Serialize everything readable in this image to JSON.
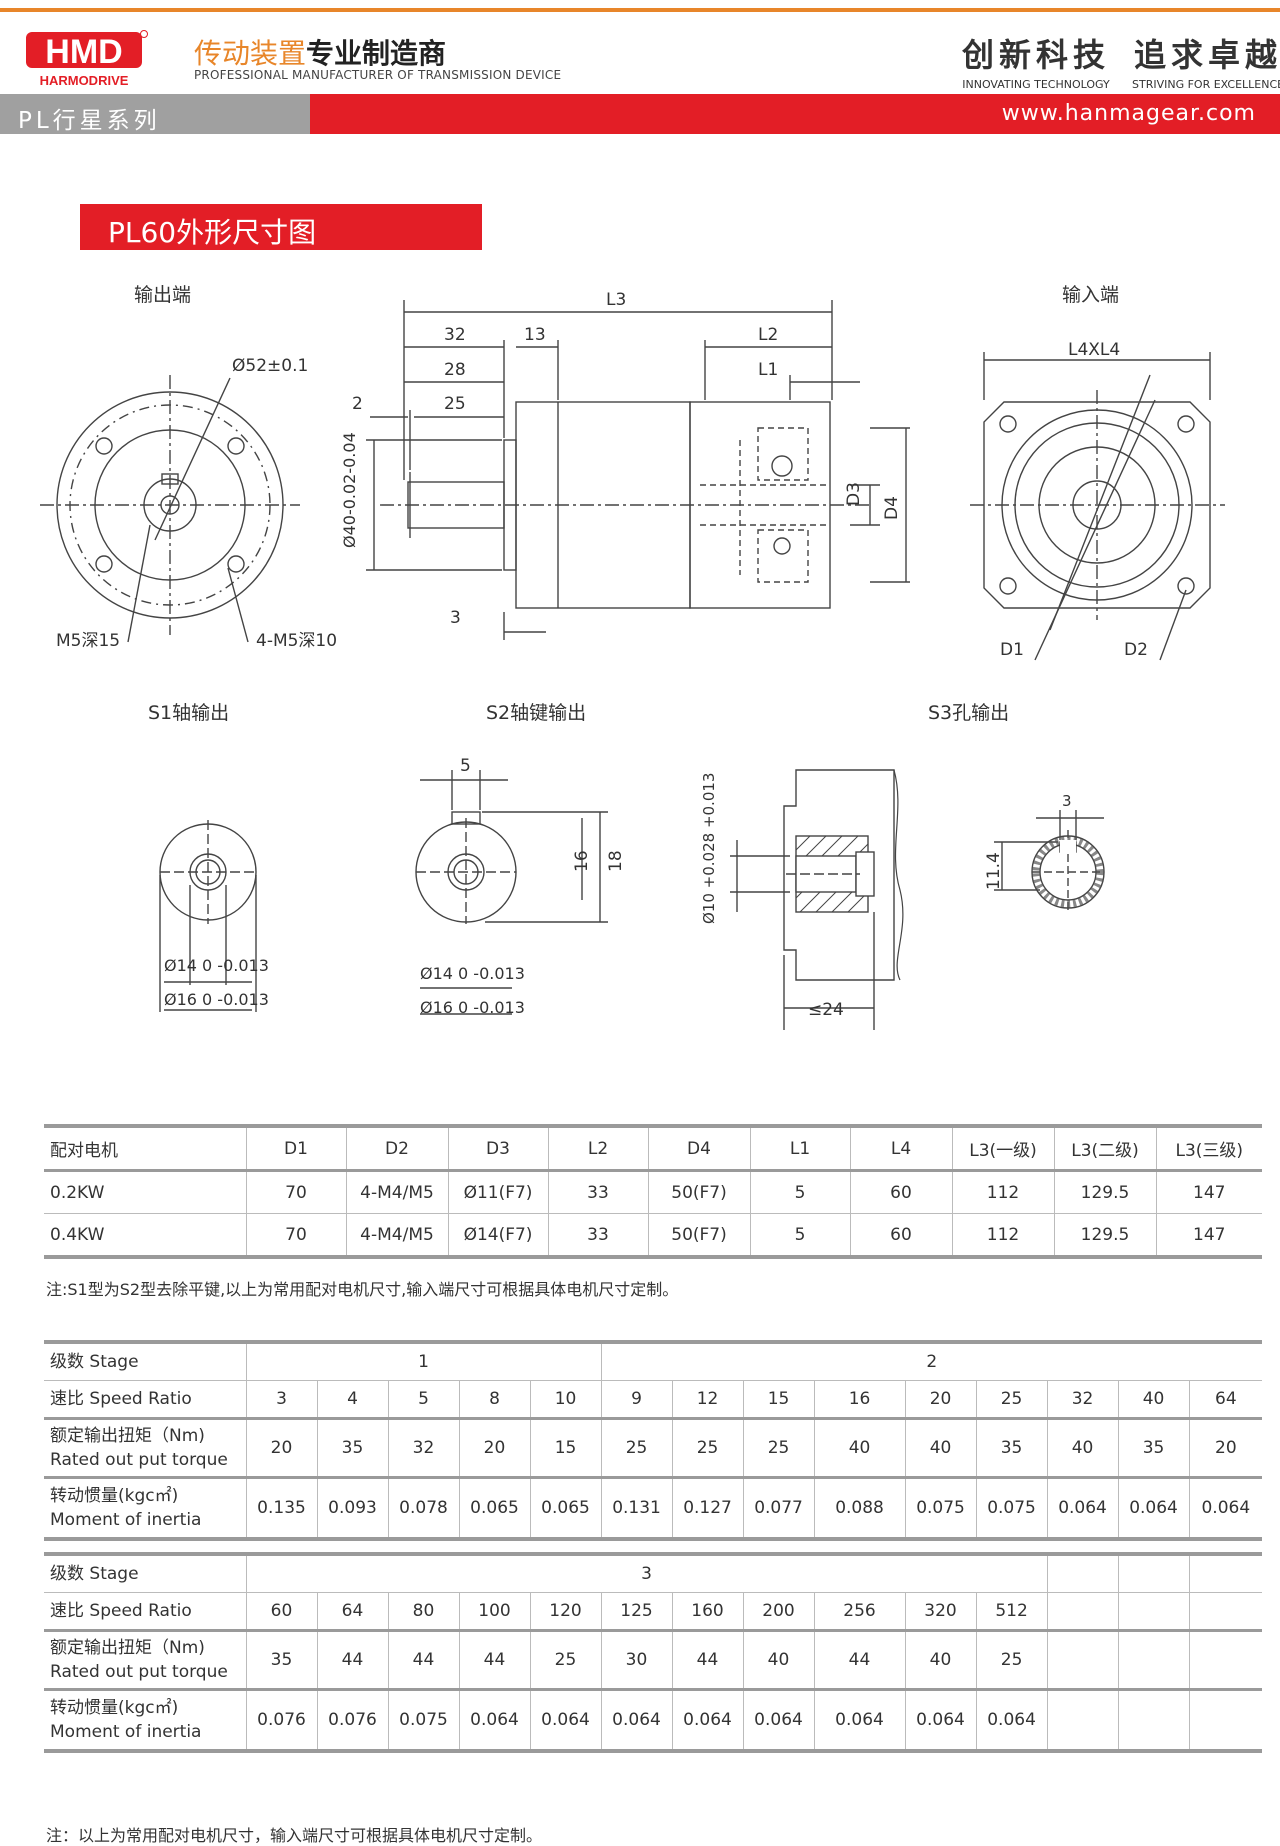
{
  "header": {
    "logo_text": "HMD",
    "logo_sub": "HARMODRIVE",
    "tagline_cn_a": "传动装置",
    "tagline_cn_b": "专业制造商",
    "tagline_en": "PROFESSIONAL MANUFACTURER OF TRANSMISSION DEVICE",
    "slogan1_cn": "创新科技",
    "slogan1_en": "INNOVATING TECHNOLOGY",
    "slogan2_cn": "追求卓越",
    "slogan2_en": "STRIVING FOR EXCELLENCE",
    "series": "PL行星系列",
    "website": "www.hanmagear.com",
    "brand_orange": "#e8862a",
    "brand_red": "#e31e26"
  },
  "section_title": "PL60外形尺寸图",
  "drawings": {
    "output_end": "输出端",
    "input_end": "输入端",
    "s1": "S1轴输出",
    "s2": "S2轴键输出",
    "s3": "S3孔输出",
    "dims": {
      "d52": "Ø52±0.1",
      "m5_15": "M5深15",
      "m5_10": "4-M5深10",
      "L3": "L3",
      "v32": "32",
      "v13": "13",
      "v28": "28",
      "v25": "25",
      "v2": "2",
      "v3": "3",
      "L2": "L2",
      "L1": "L1",
      "D3": "D3",
      "D4": "D4",
      "d40": "Ø40-0.02-0.04",
      "L4XL4": "L4XL4",
      "D1": "D1",
      "D2": "D2",
      "s1_d14": "Ø14 0 -0.013",
      "s1_d16": "Ø16 0 -0.013",
      "v5": "5",
      "v16": "16",
      "v18": "18",
      "s2_d14": "Ø14 0 -0.013",
      "s2_d16": "Ø16 0 -0.013",
      "d10": "Ø10 +0.028 +0.013",
      "le24": "≤24",
      "s3_v3": "3",
      "v11_4": "11.4"
    }
  },
  "motor_table": {
    "headers": [
      "配对电机",
      "D1",
      "D2",
      "D3",
      "L2",
      "D4",
      "L1",
      "L4",
      "L3(一级)",
      "L3(二级)",
      "L3(三级)"
    ],
    "rows": [
      [
        "0.2KW",
        "70",
        "4-M4/M5",
        "Ø11(F7)",
        "33",
        "50(F7)",
        "5",
        "60",
        "112",
        "129.5",
        "147"
      ],
      [
        "0.4KW",
        "70",
        "4-M4/M5",
        "Ø14(F7)",
        "33",
        "50(F7)",
        "5",
        "60",
        "112",
        "129.5",
        "147"
      ]
    ]
  },
  "note1": "注:S1型为S2型去除平键,以上为常用配对电机尺寸,输入端尺寸可根据具体电机尺寸定制。",
  "spec_table1": {
    "stage_label": "级数 Stage",
    "stage_groups": [
      "1",
      "2"
    ],
    "ratio_label": "速比 Speed Ratio",
    "ratios": [
      "3",
      "4",
      "5",
      "8",
      "10",
      "9",
      "12",
      "15",
      "16",
      "20",
      "25",
      "32",
      "40",
      "64"
    ],
    "torque_label_cn": "额定输出扭矩（Nm)",
    "torque_label_en": "Rated out put torque",
    "torque": [
      "20",
      "35",
      "32",
      "20",
      "15",
      "25",
      "25",
      "25",
      "40",
      "40",
      "35",
      "40",
      "35",
      "20"
    ],
    "inertia_label_cn": "转动惯量(kgc㎡)",
    "inertia_label_en": "Moment of inertia",
    "inertia": [
      "0.135",
      "0.093",
      "0.078",
      "0.065",
      "0.065",
      "0.131",
      "0.127",
      "0.077",
      "0.088",
      "0.075",
      "0.075",
      "0.064",
      "0.064",
      "0.064"
    ]
  },
  "spec_table2": {
    "stage_label": "级数 Stage",
    "stage_groups": [
      "3"
    ],
    "ratio_label": "速比 Speed Ratio",
    "ratios": [
      "60",
      "64",
      "80",
      "100",
      "120",
      "125",
      "160",
      "200",
      "256",
      "320",
      "512",
      "",
      "",
      ""
    ],
    "torque_label_cn": "额定输出扭矩（Nm)",
    "torque_label_en": "Rated out put torque",
    "torque": [
      "35",
      "44",
      "44",
      "44",
      "25",
      "30",
      "44",
      "40",
      "44",
      "40",
      "25",
      "",
      "",
      ""
    ],
    "inertia_label_cn": "转动惯量(kgc㎡)",
    "inertia_label_en": "Moment of inertia",
    "inertia": [
      "0.076",
      "0.076",
      "0.075",
      "0.064",
      "0.064",
      "0.064",
      "0.064",
      "0.064",
      "0.064",
      "0.064",
      "0.064",
      "",
      "",
      ""
    ]
  },
  "note2": "注：以上为常用配对电机尺寸，输入端尺寸可根据具体电机尺寸定制。"
}
